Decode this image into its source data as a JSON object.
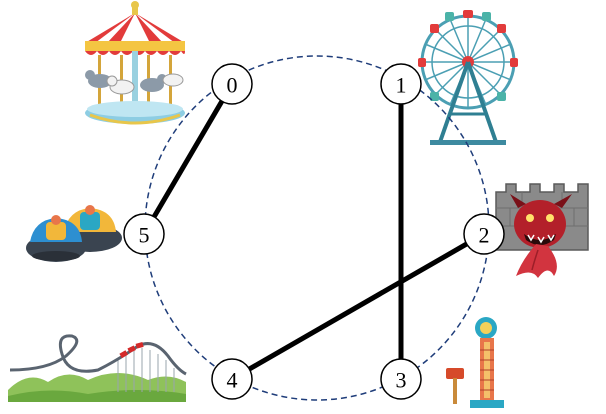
{
  "diagram": {
    "nodes": [
      {
        "id": "0",
        "label": "0",
        "attraction": "carousel"
      },
      {
        "id": "1",
        "label": "1",
        "attraction": "ferris-wheel"
      },
      {
        "id": "2",
        "label": "2",
        "attraction": "haunted-house"
      },
      {
        "id": "3",
        "label": "3",
        "attraction": "strength-tester"
      },
      {
        "id": "4",
        "label": "4",
        "attraction": "roller-coaster"
      },
      {
        "id": "5",
        "label": "5",
        "attraction": "bumper-cars"
      }
    ],
    "edges": [
      {
        "from": "0",
        "to": "5"
      },
      {
        "from": "1",
        "to": "3"
      },
      {
        "from": "2",
        "to": "4"
      }
    ],
    "colors": {
      "circle": "#1f3d7a",
      "edge": "#000000",
      "node_fill": "#ffffff",
      "node_stroke": "#000000"
    }
  }
}
